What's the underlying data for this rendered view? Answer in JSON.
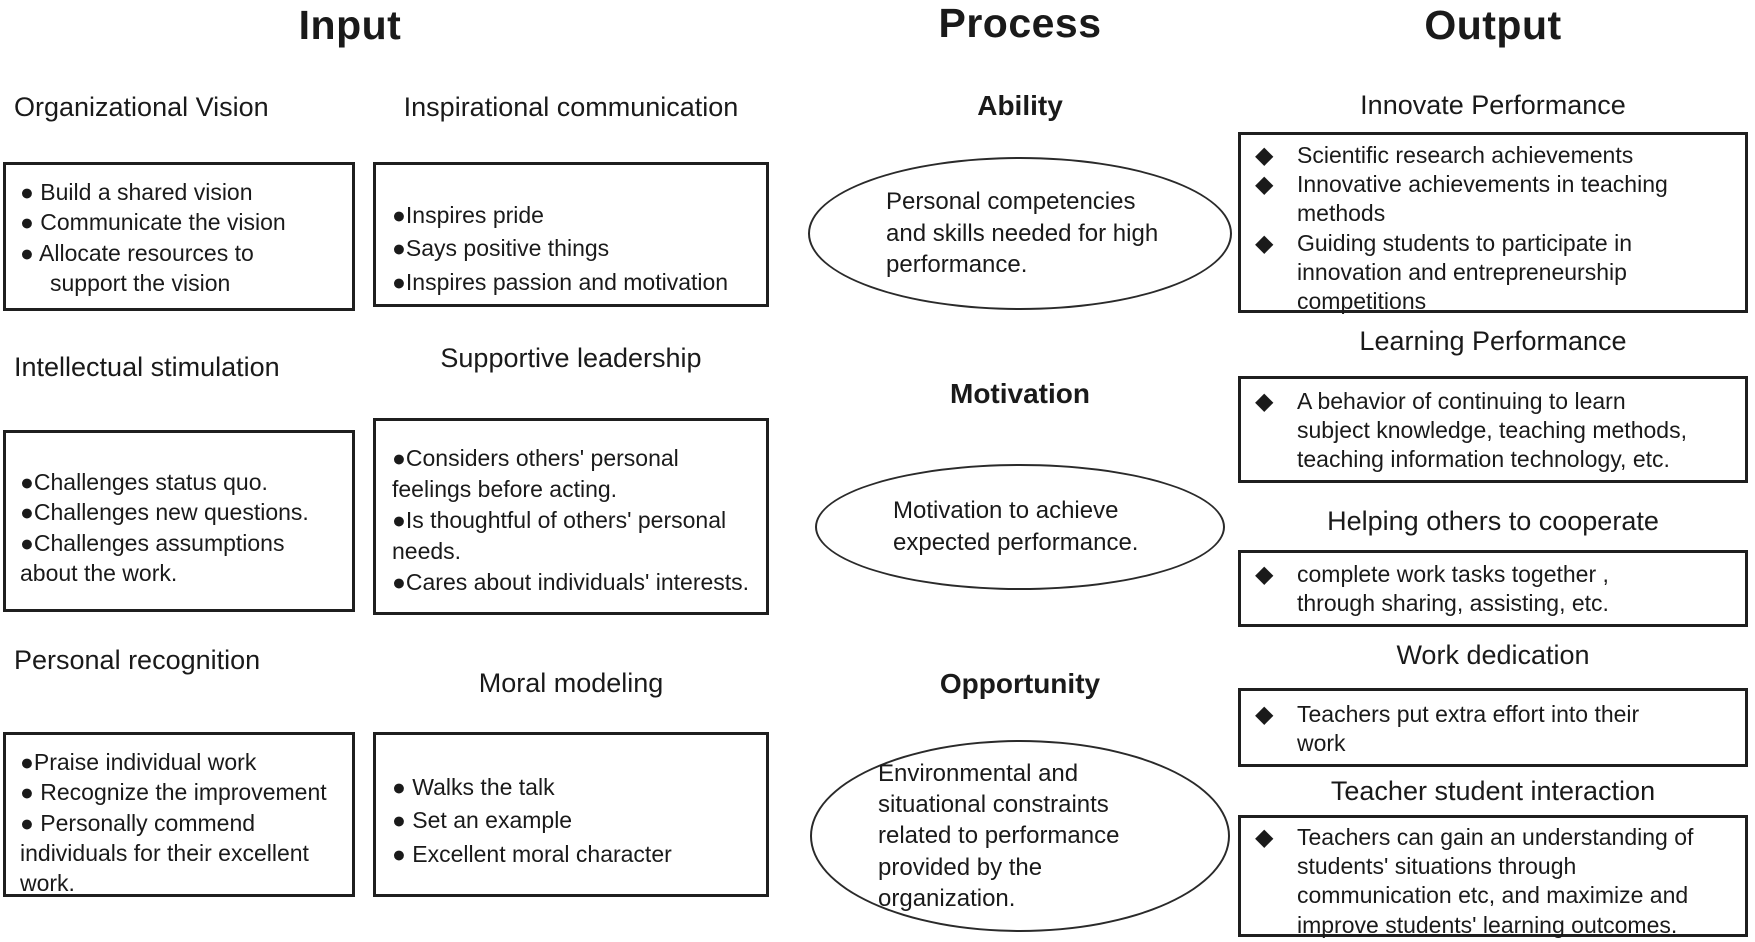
{
  "diagram": {
    "colors": {
      "text": "#1a1a1a",
      "border": "#1f1f1f",
      "background": "#ffffff"
    },
    "bullet_dot": "●",
    "bullet_diamond": "◆",
    "headers": {
      "input": "Input",
      "process": "Process",
      "output": "Output"
    },
    "input": {
      "groups": [
        {
          "heading": "Organizational Vision",
          "items": [
            "● Build a shared vision",
            "● Communicate the vision",
            "● Allocate resources to\nsupport the vision"
          ]
        },
        {
          "heading": "Inspirational communication",
          "items": [
            "●Inspires pride",
            "●Says positive things",
            "●Inspires passion and motivation"
          ]
        },
        {
          "heading": "Intellectual stimulation",
          "items": [
            "●Challenges status quo.",
            "●Challenges new questions.",
            "●Challenges assumptions\nabout the work."
          ]
        },
        {
          "heading": "Supportive leadership",
          "items": [
            "●Considers others' personal\nfeelings before acting.",
            "●Is thoughtful of others' personal\nneeds.",
            "●Cares about individuals' interests."
          ]
        },
        {
          "heading": "Personal recognition",
          "items": [
            "●Praise individual work",
            "● Recognize the improvement",
            "● Personally commend\nindividuals for their excellent\nwork."
          ]
        },
        {
          "heading": "Moral modeling",
          "items": [
            "● Walks the talk",
            "● Set an example",
            "● Excellent moral character"
          ]
        }
      ]
    },
    "process": {
      "stages": [
        {
          "label": "Ability",
          "description": "Personal competencies\nand skills needed for high\nperformance."
        },
        {
          "label": "Motivation",
          "description": "Motivation to achieve\nexpected performance."
        },
        {
          "label": "Opportunity",
          "description": "Environmental and\nsituational constraints\nrelated to performance\nprovided by the\norganization."
        }
      ]
    },
    "output": {
      "sections": [
        {
          "heading": "Innovate Performance",
          "items": [
            "Scientific research achievements",
            "Innovative achievements in teaching\nmethods",
            "Guiding students to participate in\ninnovation and entrepreneurship\ncompetitions"
          ]
        },
        {
          "heading": "Learning Performance",
          "items": [
            "A behavior of continuing to learn\nsubject knowledge, teaching methods,\nteaching information technology, etc."
          ]
        },
        {
          "heading": "Helping others to cooperate",
          "items": [
            "complete work tasks together ,\nthrough sharing, assisting, etc."
          ]
        },
        {
          "heading": "Work dedication",
          "items": [
            "Teachers put extra effort into their\nwork"
          ]
        },
        {
          "heading": "Teacher student interaction",
          "items": [
            "Teachers can gain an understanding of\nstudents' situations through\ncommunication etc, and maximize and\nimprove students' learning outcomes."
          ]
        }
      ]
    }
  }
}
